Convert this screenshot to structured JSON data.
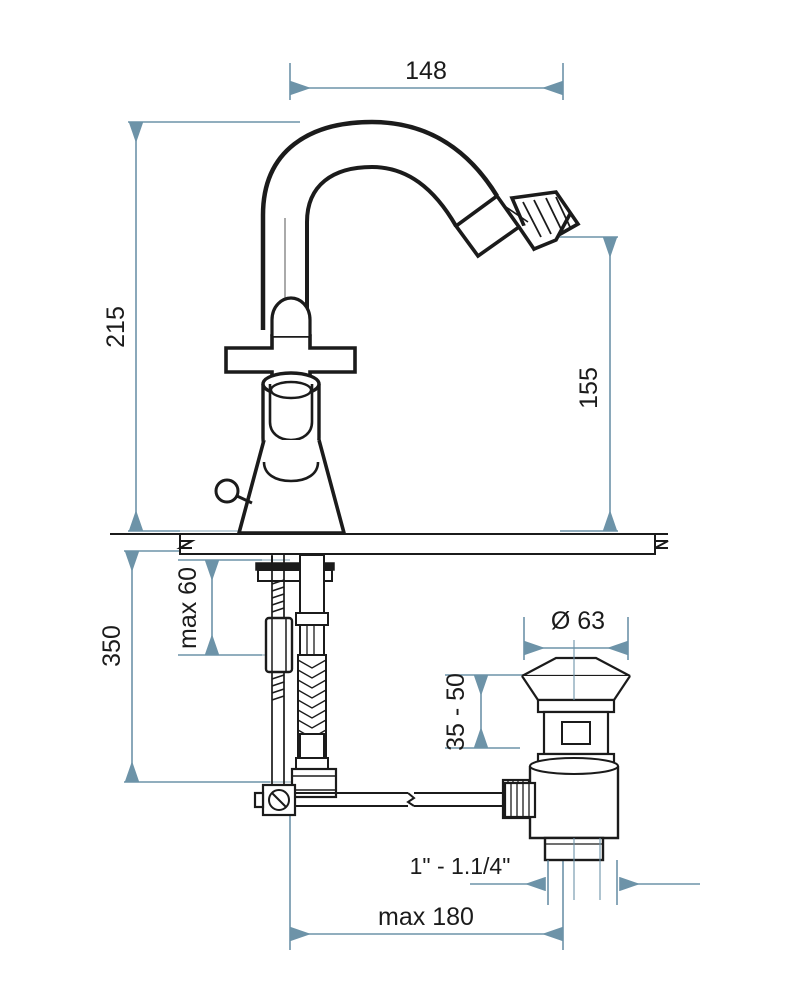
{
  "drawing": {
    "type": "technical-dimension-drawing",
    "subject": "bidet mixer tap with pop-up waste assembly",
    "line_colors": {
      "dimension": "#6d93a8",
      "outline": "#1b1b1b",
      "thin_outline": "#3a3a3a",
      "background": "#ffffff"
    }
  },
  "dimensions": {
    "spout_reach": {
      "label": "148",
      "orientation": "horizontal",
      "position": "top"
    },
    "total_height": {
      "label": "215",
      "orientation": "vertical-rotated",
      "position": "left"
    },
    "spout_height": {
      "label": "155",
      "orientation": "vertical-rotated",
      "position": "right"
    },
    "below_counter_length": {
      "label": "350",
      "orientation": "vertical-rotated",
      "position": "left-lower"
    },
    "max_thickness": {
      "label": "max 60",
      "orientation": "vertical-rotated",
      "position": "centre-left"
    },
    "waste_diameter": {
      "label": "Ø 63",
      "orientation": "horizontal",
      "position": "right-mid"
    },
    "waste_range": {
      "label": "35 - 50",
      "orientation": "vertical-rotated",
      "position": "right-mid-left"
    },
    "thread_size": {
      "label": "1\" - 1.1/4\"",
      "orientation": "horizontal",
      "position": "bottom"
    },
    "rod_length": {
      "label": "max 180",
      "orientation": "horizontal",
      "position": "bottom"
    }
  }
}
